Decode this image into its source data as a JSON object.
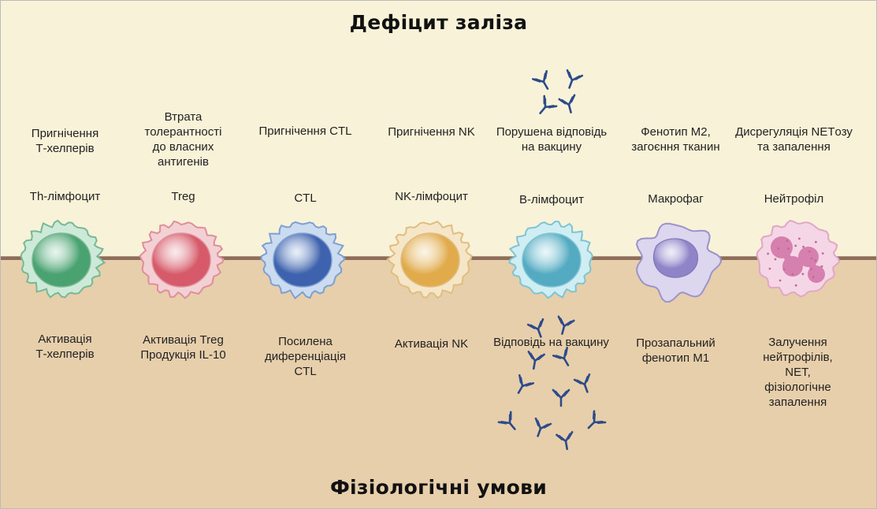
{
  "title_top": "Дефіцит заліза",
  "title_bottom": "Фізіологічні умови",
  "colors": {
    "top_bg": "#f8f2d8",
    "bottom_bg": "#e8cfac",
    "membrane": "#8d6e5b",
    "antibody": "#2d4a8a"
  },
  "cells": [
    {
      "name": "Th-лімфоцит",
      "deficiency": "Пригнічення\nТ-хелперів",
      "normal": "Активація\nТ-хелперів",
      "icon": "th-lymphocyte-icon",
      "outer": "#cde9d8",
      "edge": "#78b894",
      "nucleus": "#4aa271"
    },
    {
      "name": "Treg",
      "deficiency": "Втрата\nтолерантності\nдо власних\nантигенів",
      "normal": "Активація Treg\nПродукція IL-10",
      "icon": "treg-icon",
      "outer": "#f3d0d4",
      "edge": "#e08e9a",
      "nucleus": "#d65a69"
    },
    {
      "name": "CTL",
      "deficiency": "Пригнічення CTL",
      "normal": "Посилена\nдиференціація\nCTL",
      "icon": "ctl-icon",
      "outer": "#cbdcf1",
      "edge": "#7ea0d0",
      "nucleus": "#3e62ad"
    },
    {
      "name": "NK-лімфоцит",
      "deficiency": "Пригнічення NK",
      "normal": "Активація NK",
      "icon": "nk-lymphocyte-icon",
      "outer": "#f6e6c8",
      "edge": "#e0bd80",
      "nucleus": "#e1ab4c"
    },
    {
      "name": "В-лімфоцит",
      "deficiency": "Порушена відповідь\nна вакцину",
      "normal": "Відповідь на вакцину",
      "icon": "b-lymphocyte-icon",
      "outer": "#cfeef3",
      "edge": "#7ec4d4",
      "nucleus": "#53aac1"
    },
    {
      "name": "Макрофаг",
      "deficiency": "Фенотип М2,\nзагоєння тканин",
      "normal": "Прозапальний\nфенотип М1",
      "icon": "macrophage-icon",
      "outer": "#dcd6ef",
      "edge": "#9c94c9",
      "nucleus": "#8f84c8"
    },
    {
      "name": "Нейтрофіл",
      "deficiency": "Дисрегуляція NETозу\nта запалення",
      "normal": "Залучення\nнейтрофілів,\nNET,\nфізіологічне\nзапалення",
      "icon": "neutrophil-icon",
      "outer": "#f4d6e6",
      "edge": "#e2a6c6",
      "nucleus": "#d580ae"
    }
  ]
}
